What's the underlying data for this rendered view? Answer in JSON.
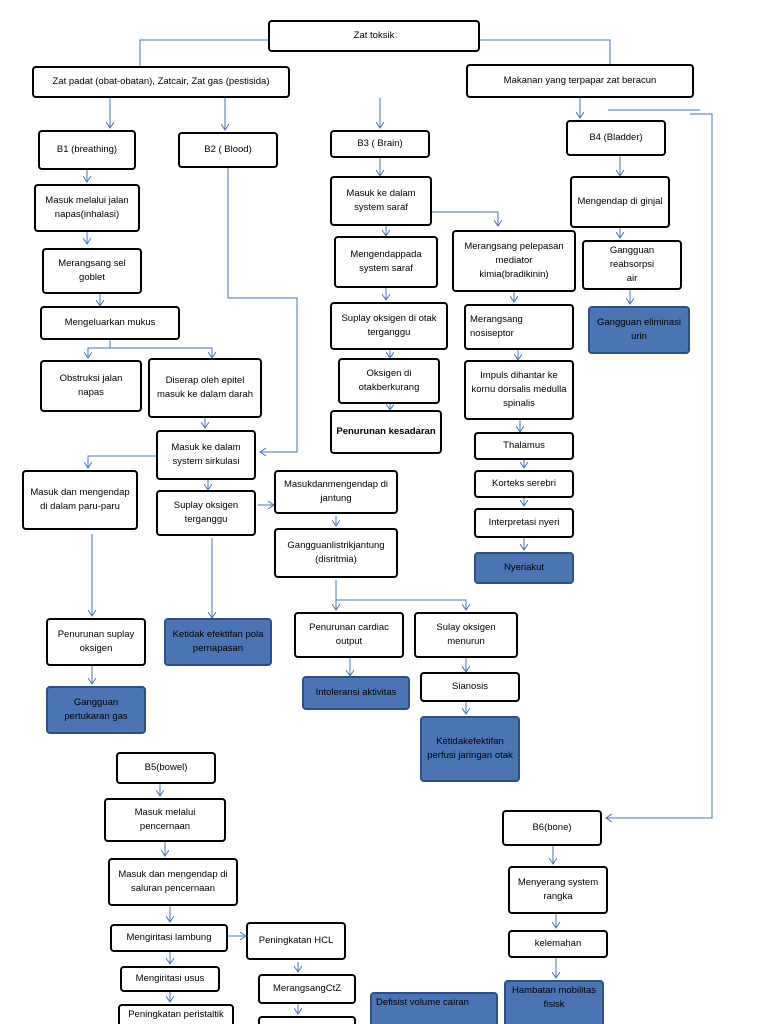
{
  "nodes": {
    "zat_toksik": "Zat toksik",
    "zat_padat": "Zat padat (obat-obatan), Zatcair, Zat gas (pestisida)",
    "makanan": "Makanan yang terpapar zat beracun",
    "b1": "B1 (breathing)",
    "b2": "B2 ( Blood)",
    "b3": "B3 ( Brain)",
    "b4": "B4 (Bladder)",
    "masuk_jalan_napas": "Masuk melalui jalan\nnapas(inhalasi)",
    "merangsang_sel_goblet": "Merangsang sel\ngoblet",
    "mengeluarkan_mukus": "Mengeluarkan mukus",
    "obstruksi": "Obstruksi jalan napas",
    "diserap_epitel": "Diserap oleh epitel\nmasuk ke dalam darah",
    "masuk_sirkulasi": "Masuk ke dalam\nsystem sirkulasi",
    "mengendap_paru": "Masuk dan mengendap\ndi dalam paru-paru",
    "suplay_terganggu": "Suplay oksigen\nterganggu",
    "mengendap_jantung": "Masukdanmengendap di\njantung",
    "gangguan_listrik": "Gangguanlistrikjantung\n(disritmia)",
    "penurunan_suplay": "Penurunan suplay\noksigen",
    "ketidak_efektifan_napas": "Ketidak efektifan pola\npernapasan",
    "gangguan_pertukaran_gas": "Gangguan\npertukaran gas",
    "penurunan_cardiac": "Penurunan cardiac\noutput",
    "intoleransi": "Intoleransi aktivitas",
    "sulay_oksigen": "Sulay oksigen\nmenurun",
    "sianosis": "Sianosis",
    "ketidakefektifan_perfusi": "Ketidakefektifan\nperfusi jaringan otak",
    "masuk_saraf": "Masuk ke dalam\nsystem saraf",
    "mengendap_saraf": "Mengendappada\nsystem saraf",
    "suplay_otak": "Suplay oksigen di otak\nterganggu",
    "oksigen_berkurang": "Oksigen di\notakberkurang",
    "penurunan_kesadaran": "Penurunan kesadaran",
    "merangsang_mediator": "Merangsang  pelepasan\nmediator\nkimia(bradikinin)",
    "merangsang_nosiseptor": "Merangsang\nnosiseptor",
    "impuls": "Impuls dihantar ke\nkornu dorsalis medulla\nspinalis",
    "thalamus": "Thalamus",
    "korteks": "Korteks serebri",
    "interpretasi": "Interpretasi nyeri",
    "nyeri_akut": "Nyeriakut",
    "mengendap_ginjal": "Mengendap di ginjal",
    "gangguan_reabsorpsi": "Gangguan reabsorpsi\nair",
    "gangguan_eliminasi": "Gangguan eliminasi\nurin",
    "b5": "B5(bowel)",
    "masuk_pencernaan": "Masuk melalui\npencernaan",
    "mengendap_pencernaan": "Masuk dan mengendap di\nsaluran pencernaan",
    "mengiritasi_lambung": "Mengiritasi lambung",
    "peningkatan_hcl": "Peningkatan HCL",
    "mengiritasi_usus": "Mengiritasi usus",
    "merangsang_ctz": "MerangsangCtZ",
    "peningkatan_peristaltik": "Peningkatan peristaltik",
    "defisit_volume": "Defisist volume cairan",
    "b6": "B6(bone)",
    "menyerang_rangka": "Menyerang system\nrangka",
    "kelemahan": "kelemahan",
    "hambatan_mobilitas": "Hambatan mobilitas\nfisisk"
  },
  "colors": {
    "diagnosis_fill": "#4a74b4",
    "connector": "#4a74b4"
  }
}
